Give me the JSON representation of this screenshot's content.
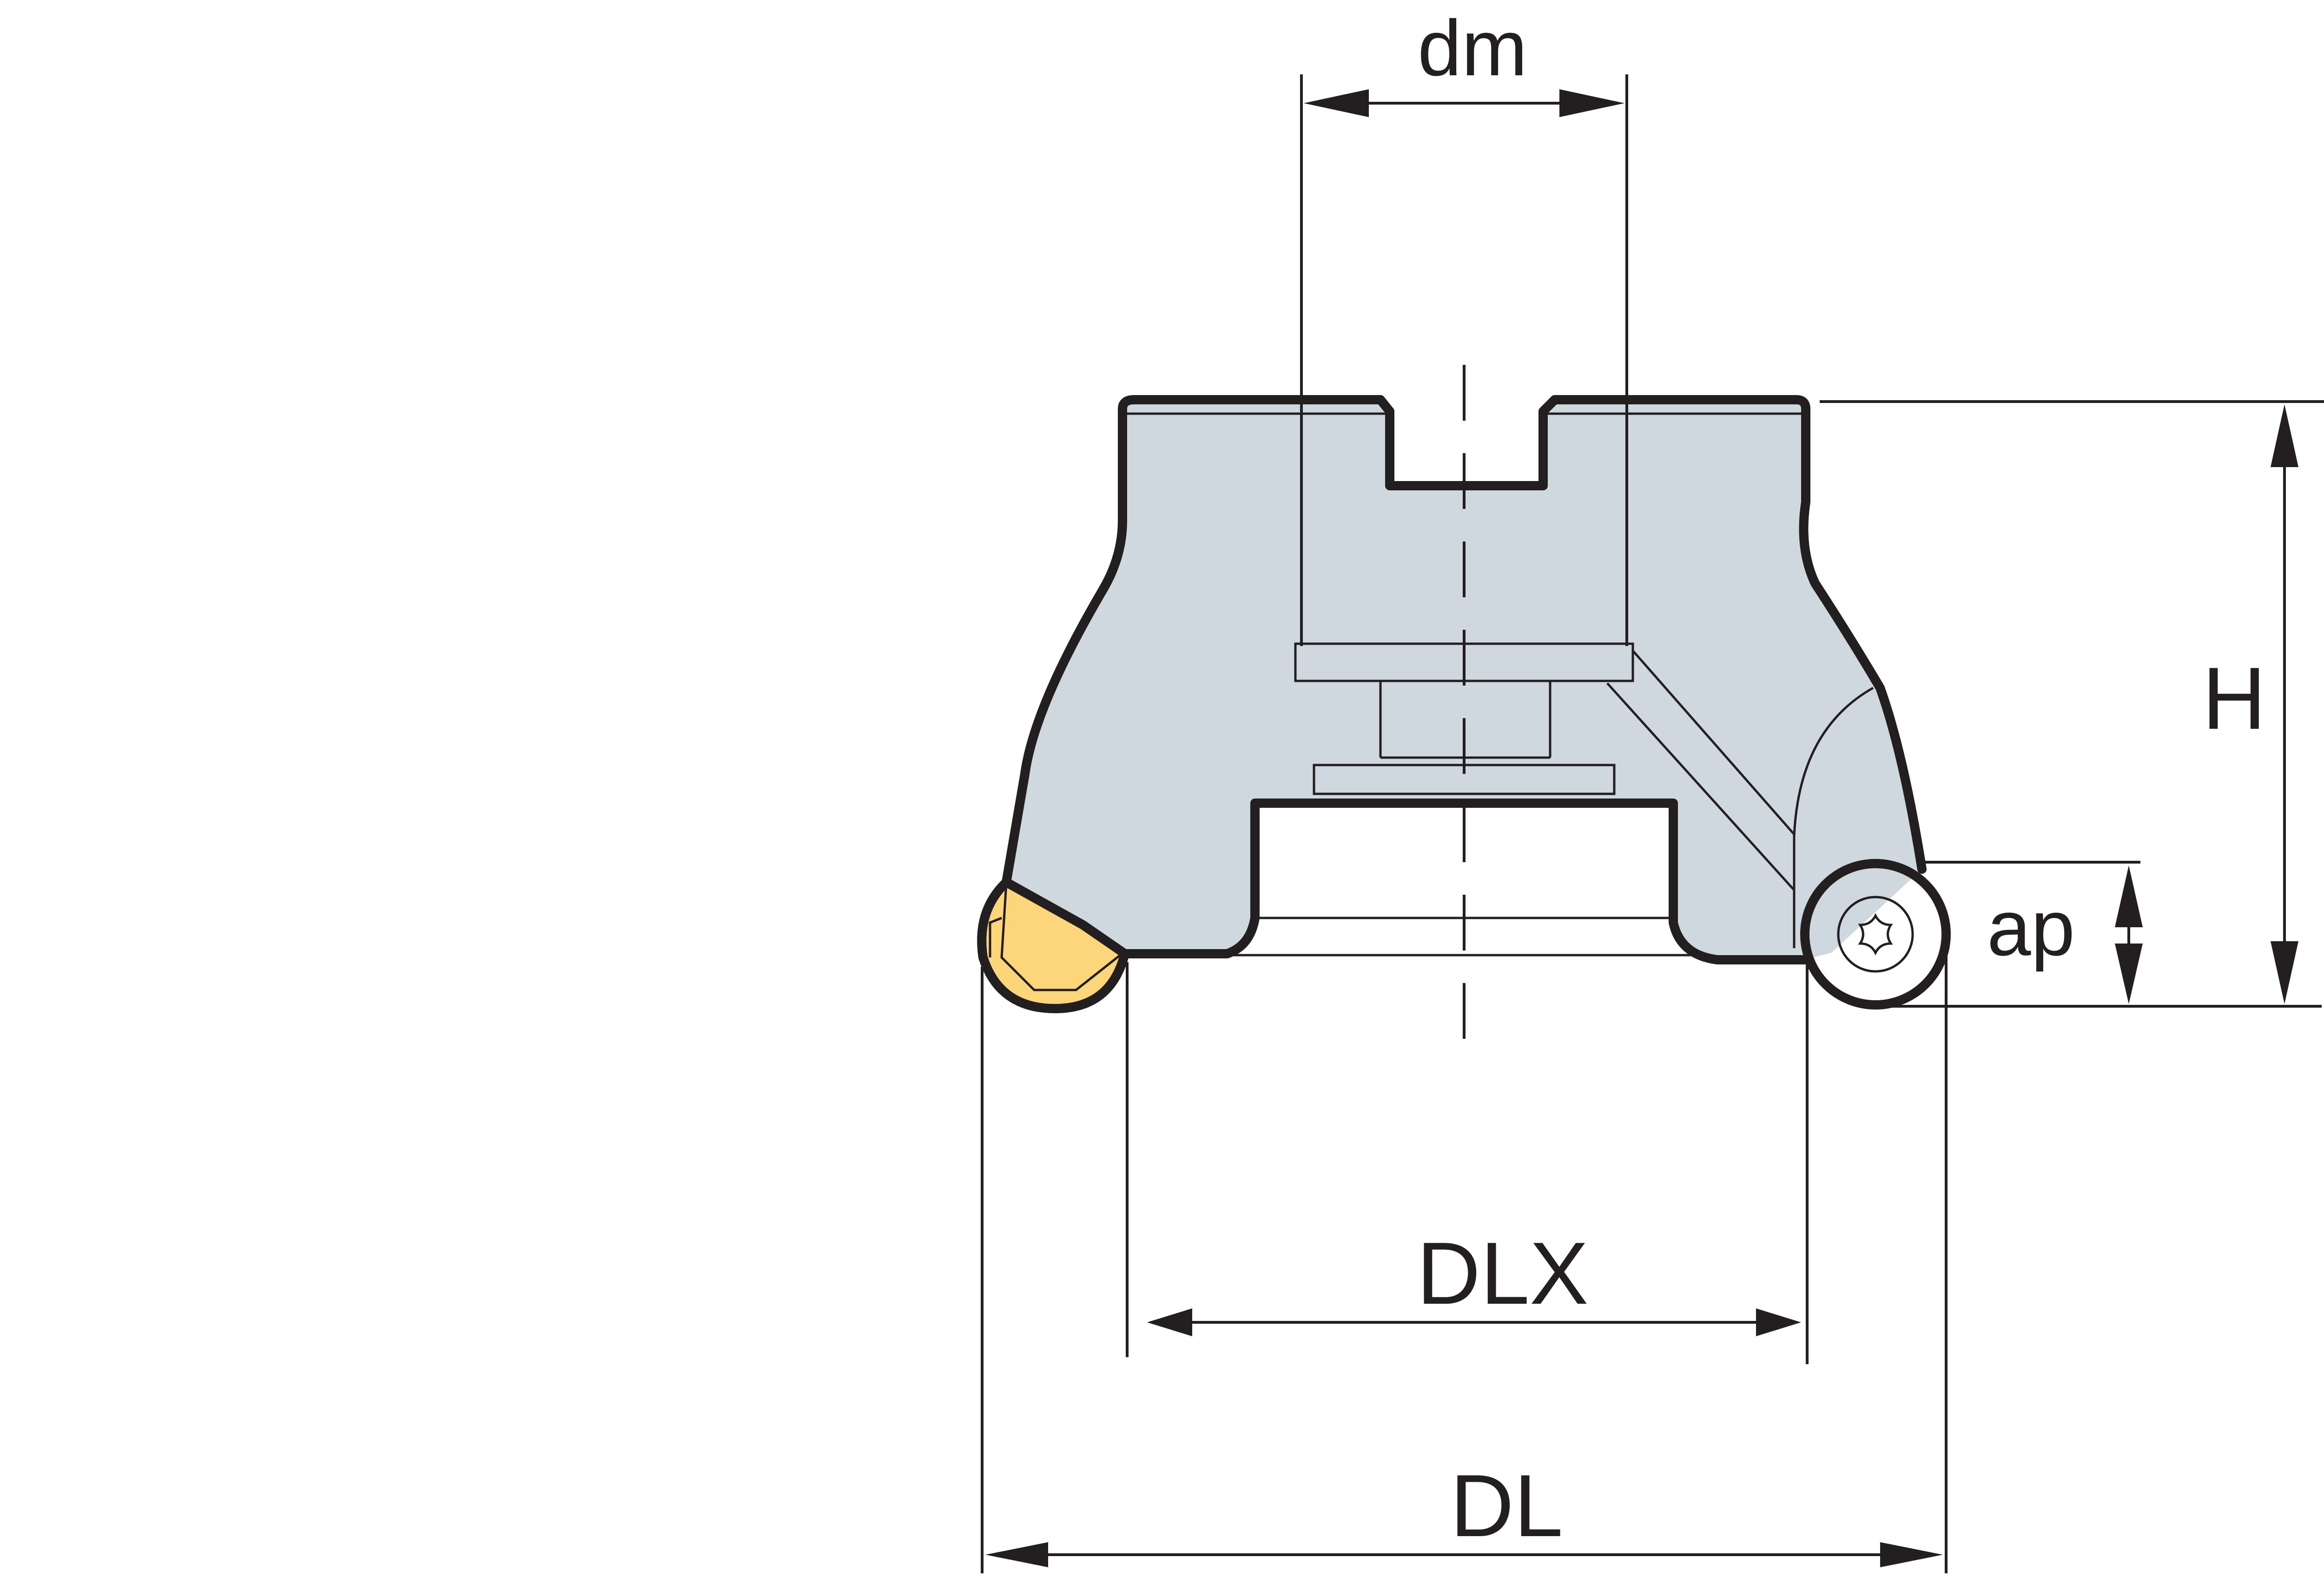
{
  "diagram": {
    "labels": {
      "dm": "dm",
      "H": "H",
      "ap": "ap",
      "DLX": "DLX",
      "DL": "DL"
    },
    "colors": {
      "body": "#cfd8de",
      "insert": "#fdd57a",
      "line": "#231f20",
      "background": "#ffffff"
    },
    "icons": {
      "screw": "torx-screw-icon"
    }
  }
}
